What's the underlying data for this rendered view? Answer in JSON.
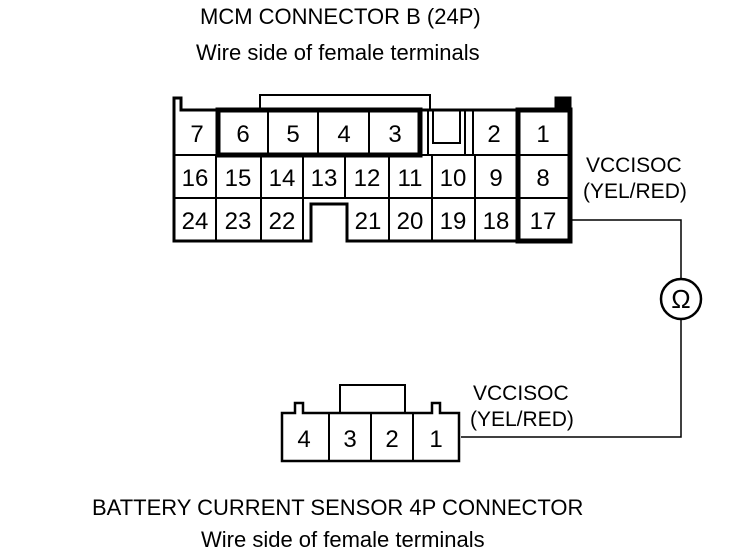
{
  "mcm_connector": {
    "title": "MCM CONNECTOR B (24P)",
    "subtitle": "Wire side of female terminals",
    "pins_row1": [
      "7",
      "6",
      "5",
      "4",
      "3",
      "2",
      "1"
    ],
    "pins_row2": [
      "16",
      "15",
      "14",
      "13",
      "12",
      "11",
      "10",
      "9",
      "8"
    ],
    "pins_row3": [
      "24",
      "23",
      "22",
      "21",
      "20",
      "19",
      "18",
      "17"
    ]
  },
  "sensor_connector": {
    "title": "BATTERY CURRENT SENSOR 4P CONNECTOR",
    "subtitle": "Wire side of female terminals",
    "pins": [
      "4",
      "3",
      "2",
      "1"
    ]
  },
  "wire_labels": {
    "mcm_signal": "VCCISOC",
    "mcm_color": "(YEL/RED)",
    "sensor_signal": "VCCISOC",
    "sensor_color": "(YEL/RED)"
  },
  "meter": {
    "symbol": "Ω",
    "icon": "ohmmeter-icon"
  }
}
